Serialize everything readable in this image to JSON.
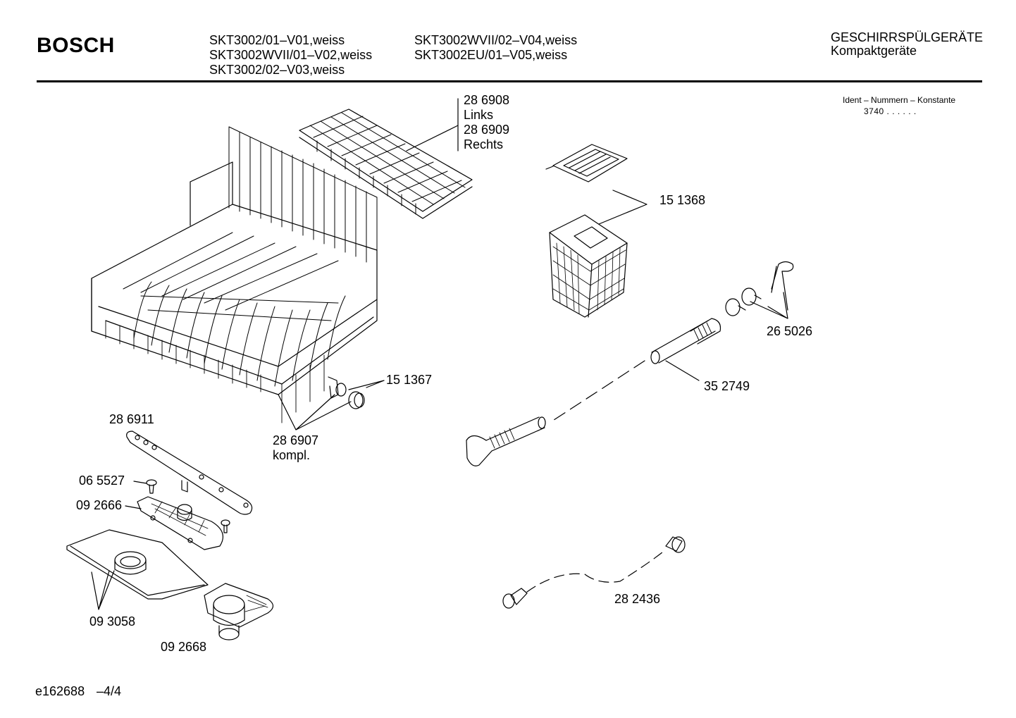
{
  "header": {
    "brand": "BOSCH",
    "models_col1": [
      "SKT3002/01–V01,weiss",
      "SKT3002WVII/01–V02,weiss",
      "SKT3002/02–V03,weiss"
    ],
    "models_col2": [
      "SKT3002WVII/02–V04,weiss",
      "SKT3002EU/01–V05,weiss"
    ],
    "category": "GESCHIRRSPÜLGERÄTE",
    "subcategory": "Kompaktgeräte"
  },
  "ident": {
    "label": "Ident – Nummern – Konstante",
    "value": "3740 . . . . . ."
  },
  "parts": {
    "p286908": "28 6908",
    "links": "Links",
    "p286909": "28 6909",
    "rechts": "Rechts",
    "p151368": "15 1368",
    "p265026": "26 5026",
    "p352749": "35 2749",
    "p151367": "15 1367",
    "p286911": "28 6911",
    "p286907": "28 6907",
    "kompl": "kompl.",
    "p065527": "06 5527",
    "p092666": "09 2666",
    "p093058": "09 3058",
    "p092668": "09 2668",
    "p282436": "28 2436"
  },
  "footer": {
    "doc_id": "e162688",
    "page": "–4/4"
  }
}
